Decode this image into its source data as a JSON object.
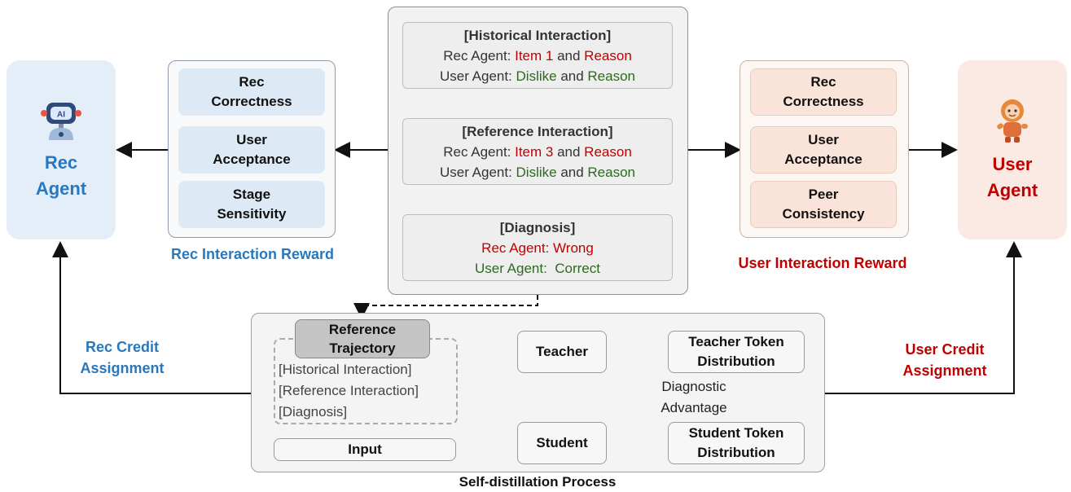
{
  "rec_agent": {
    "title_line1": "Rec",
    "title_line2": "Agent",
    "icon": "robot-ai-icon"
  },
  "user_agent": {
    "title_line1": "User",
    "title_line2": "Agent",
    "icon": "astronaut-robot-icon"
  },
  "rec_reward": {
    "items": [
      "Rec Correctness",
      "User Acceptance",
      "Stage Sensitivity"
    ],
    "items_lines": [
      [
        "Rec",
        "Correctness"
      ],
      [
        "User",
        "Acceptance"
      ],
      [
        "Stage",
        "Sensitivity"
      ]
    ],
    "label": "Rec Interaction Reward"
  },
  "user_reward": {
    "items_lines": [
      [
        "Rec",
        "Correctness"
      ],
      [
        "User",
        "Acceptance"
      ],
      [
        "Peer",
        "Consistency"
      ]
    ],
    "label": "User Interaction Reward"
  },
  "historical": {
    "heading": "[Historical Interaction]",
    "rec_prefix": "Rec Agent: ",
    "rec_item": "Item 1",
    "rec_and": " and ",
    "rec_reason": "Reason",
    "user_prefix": "User Agent: ",
    "user_dislike": "Dislike",
    "user_and": " and ",
    "user_reason": "Reason"
  },
  "reference": {
    "heading": "[Reference Interaction]",
    "rec_prefix": "Rec Agent: ",
    "rec_item": "Item 3",
    "rec_and": " and ",
    "rec_reason": "Reason",
    "user_prefix": "User Agent: ",
    "user_dislike": "Dislike",
    "user_and": " and ",
    "user_reason": "Reason"
  },
  "diagnosis": {
    "heading": "[Diagnosis]",
    "rec_line": "Rec Agent: Wrong",
    "user_line": "User Agent:  Correct"
  },
  "credit": {
    "rec_line1": "Rec Credit",
    "rec_line2": "Assignment",
    "user_line1": "User Credit",
    "user_line2": "Assignment"
  },
  "distill": {
    "ref_head_line1": "Reference",
    "ref_head_line2": "Trajectory",
    "ref_items": [
      "[Historical Interaction]",
      "[Reference Interaction]",
      "[Diagnosis]"
    ],
    "input": "Input",
    "teacher": "Teacher",
    "student": "Student",
    "teacher_dist_line1": "Teacher Token",
    "teacher_dist_line2": "Distribution",
    "student_dist_line1": "Student Token",
    "student_dist_line2": "Distribution",
    "advantage_line1": "Diagnostic",
    "advantage_line2": "Advantage",
    "label": "Self-distillation Process"
  },
  "colors": {
    "rec_blue": "#2878be",
    "user_red": "#c00000",
    "good_green": "#2d6a1f"
  }
}
